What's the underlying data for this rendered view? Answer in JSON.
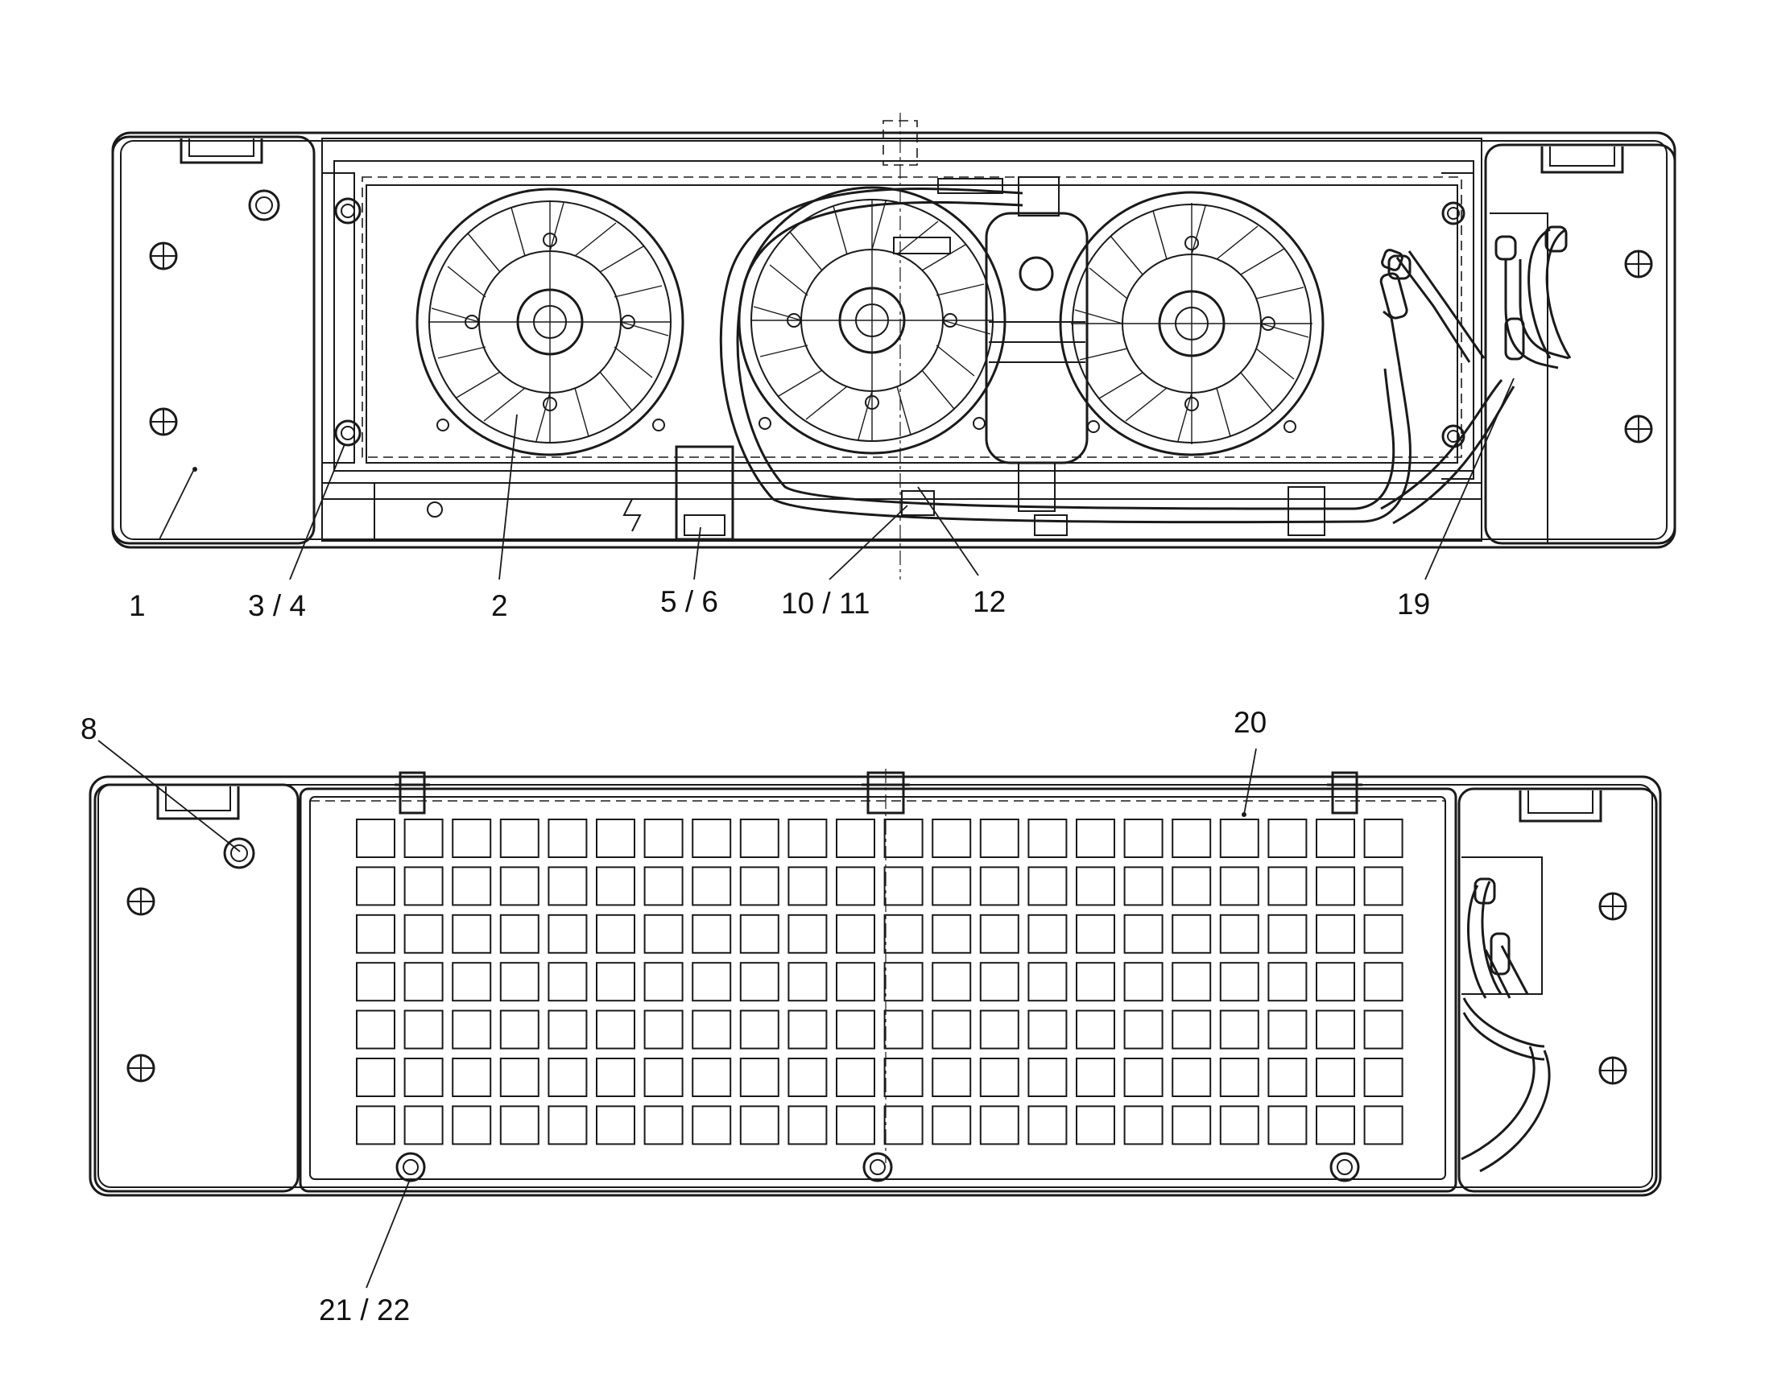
{
  "callouts_top": [
    {
      "id": "c1",
      "text": "1"
    },
    {
      "id": "c34",
      "text": "3 / 4"
    },
    {
      "id": "c2",
      "text": "2"
    },
    {
      "id": "c56",
      "text": "5 / 6"
    },
    {
      "id": "c1011",
      "text": "10 / 11"
    },
    {
      "id": "c12",
      "text": "12"
    },
    {
      "id": "c19",
      "text": "19"
    }
  ],
  "callouts_bottom": [
    {
      "id": "c8",
      "text": "8"
    },
    {
      "id": "c20",
      "text": "20"
    },
    {
      "id": "c2122",
      "text": "21 / 22"
    }
  ],
  "colors": {
    "line": "#1a1a1a",
    "background": "#ffffff"
  }
}
